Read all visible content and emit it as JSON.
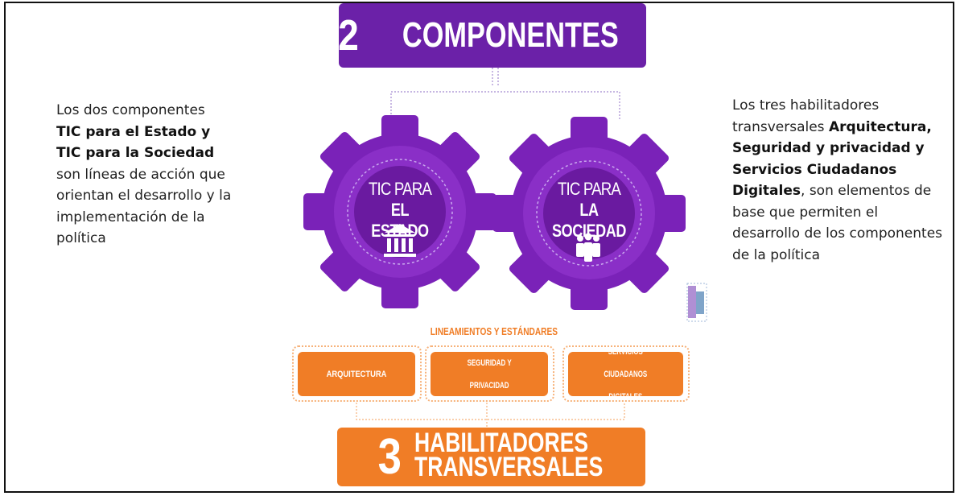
{
  "title": {
    "number": "2",
    "label": "COMPONENTES"
  },
  "left_text": {
    "line1": "Los dos componentes",
    "bold1": "TIC para el Estado y",
    "bold2": "TIC para la Sociedad",
    "rest": "son líneas de acción que orientan el desarrollo y la implementación de la política"
  },
  "right_text": {
    "line1": "Los tres habilitadores transversales",
    "bold": "Arquitectura, Seguridad y privacidad y Servicios Ciudadanos Digitales",
    "rest": ", son elementos de base que permiten el desarrollo de los componentes de la política"
  },
  "gear_left": {
    "top": "TIC PARA",
    "bottom": "EL ESTADO",
    "icon": "government-building-icon"
  },
  "gear_right": {
    "top": "TIC PARA",
    "bottom": "LA SOCIEDAD",
    "icon": "people-group-icon"
  },
  "lineamientos": "LINEAMIENTOS Y ESTÁNDARES",
  "enablers": {
    "e1": "ARQUITECTURA",
    "e2a": "SEGURIDAD Y",
    "e2b": "PRIVACIDAD",
    "e3a": "SERVICIOS",
    "e3b": "CIUDADANOS",
    "e3c": "DIGITALES"
  },
  "bottom": {
    "number": "3",
    "line1": "HABILITADORES",
    "line2": "TRANSVERSALES"
  },
  "colors": {
    "purple": "#6b21a8",
    "gear": "#7a22b8",
    "orange": "#f07d26"
  }
}
